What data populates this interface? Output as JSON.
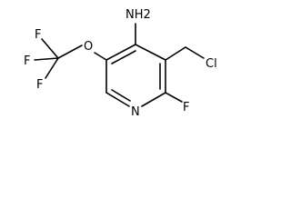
{
  "molecule": {
    "atoms": {
      "nh2": "NH2",
      "cl": "Cl",
      "n_ring": "N",
      "f_ring": "F",
      "o": "O",
      "f1": "F",
      "f2": "F",
      "f3": "F"
    }
  }
}
